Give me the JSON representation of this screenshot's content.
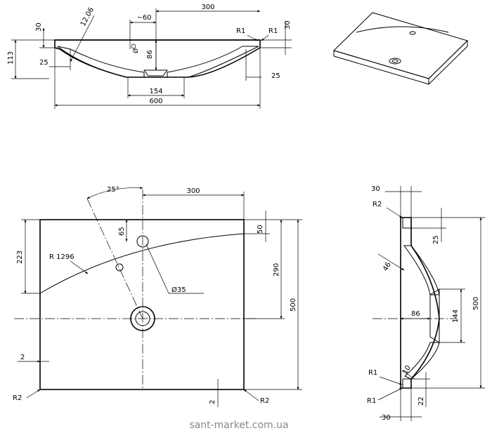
{
  "watermark": "sant-market.com.ua",
  "section_view": {
    "top_width": "300",
    "hole_offset": "~60",
    "radius_label": "12.06",
    "depth": "86",
    "height": "113",
    "rim_thickness": "30",
    "fillet_left": "R1",
    "fillet_right": "R1",
    "edge_left": "25",
    "edge_right": "25",
    "bottom_width": "154",
    "total_width": "600"
  },
  "plan_view": {
    "angle": "25°",
    "offset_300": "300",
    "arc_radius": "R 1296",
    "dim_223": "223",
    "dim_65": "65",
    "dim_50": "50",
    "dim_290": "290",
    "dim_500": "500",
    "hole_diameter": "Ø35",
    "margin_left": "2",
    "margin_bottom": "2",
    "corner_left": "R2",
    "corner_right": "R2"
  },
  "side_view": {
    "top_30": "30",
    "corner_r2": "R2",
    "dim_25": "25",
    "dim_46": "46",
    "dim_86": "86",
    "dim_144": "144",
    "dim_500": "500",
    "dim_10": "10",
    "fillet_r1_upper": "R1",
    "fillet_r1_lower": "R1",
    "dim_22": "22",
    "bottom_30": "30"
  }
}
